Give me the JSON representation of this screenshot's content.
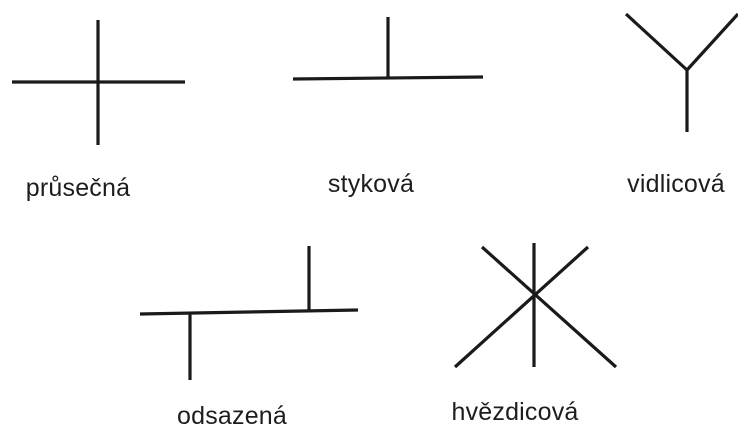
{
  "junctions": [
    {
      "id": "prusecna",
      "label": "průsečná"
    },
    {
      "id": "stykova",
      "label": "styková"
    },
    {
      "id": "vidlicova",
      "label": "vidlicová"
    },
    {
      "id": "odsazena",
      "label": "odsazená"
    },
    {
      "id": "hvezdicova",
      "label": "hvězdicová"
    }
  ],
  "colors": {
    "stroke": "#1a1a1a",
    "text": "#1d1d1d",
    "background": "#ffffff"
  }
}
